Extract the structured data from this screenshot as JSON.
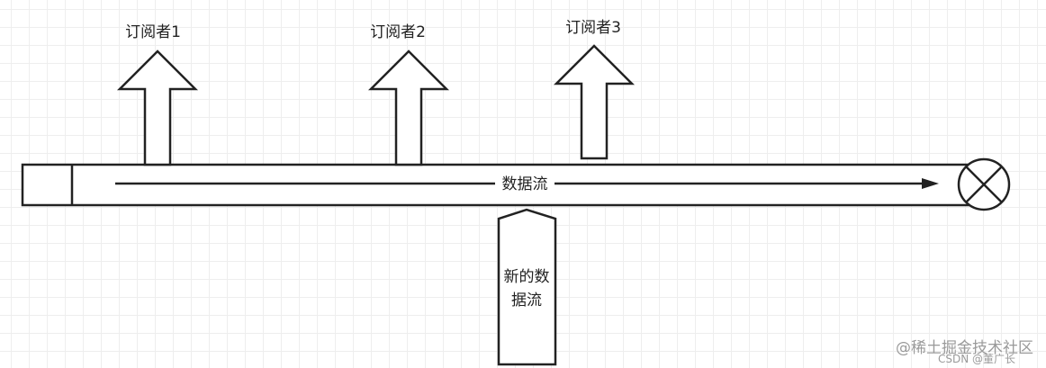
{
  "diagram": {
    "subscribers": [
      {
        "label": "订阅者1"
      },
      {
        "label": "订阅者2"
      },
      {
        "label": "订阅者3"
      }
    ],
    "stream_label": "数据流",
    "new_stream_label_line1": "新的数",
    "new_stream_label_line2": "据流"
  },
  "watermark": {
    "main": "@稀土掘金技术社区",
    "sub": "CSDN @董广长"
  }
}
